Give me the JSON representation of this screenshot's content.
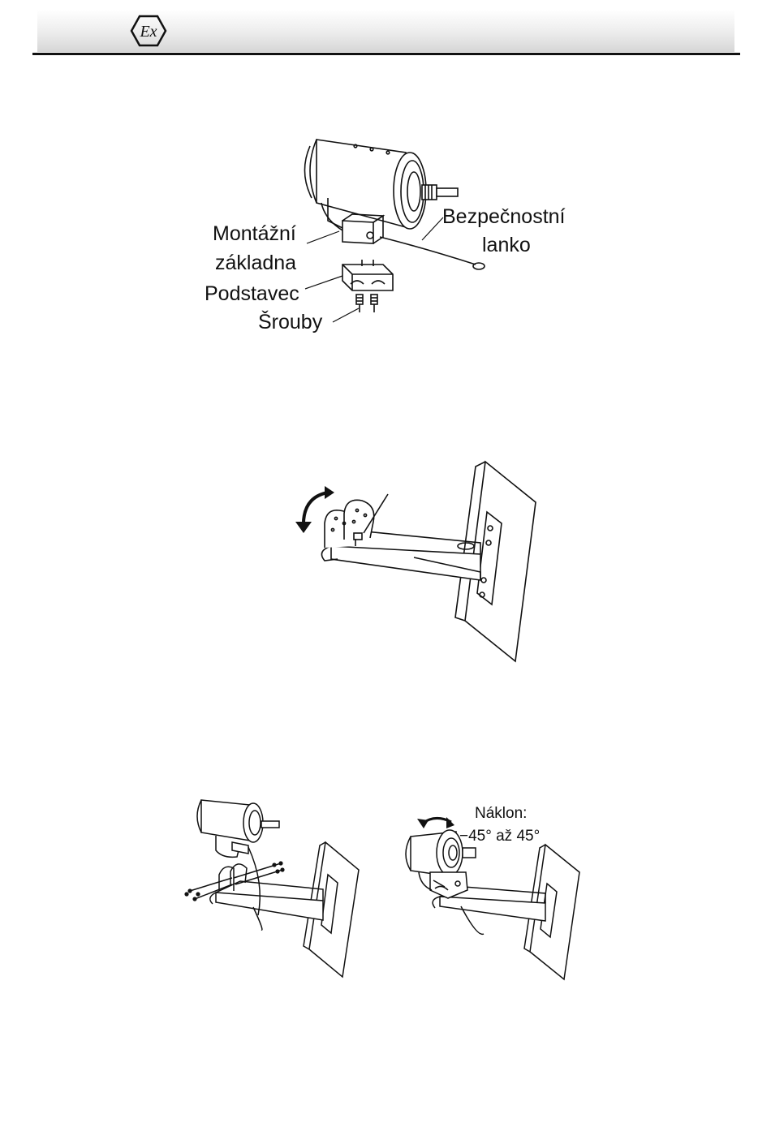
{
  "header": {
    "logo_icon": "ex-atex-hexagon-icon",
    "logo_text": "Ex"
  },
  "figure1": {
    "labels": {
      "mounting_base_line1": "Montážní",
      "mounting_base_line2": "základna",
      "pedestal": "Podstavec",
      "screws": "Šrouby",
      "safety_rope_line1": "Bezpečnostní",
      "safety_rope_line2": "lanko"
    }
  },
  "figure3": {
    "tilt_label_line1": "Náklon:",
    "tilt_label_line2": "−45° až 45°"
  }
}
